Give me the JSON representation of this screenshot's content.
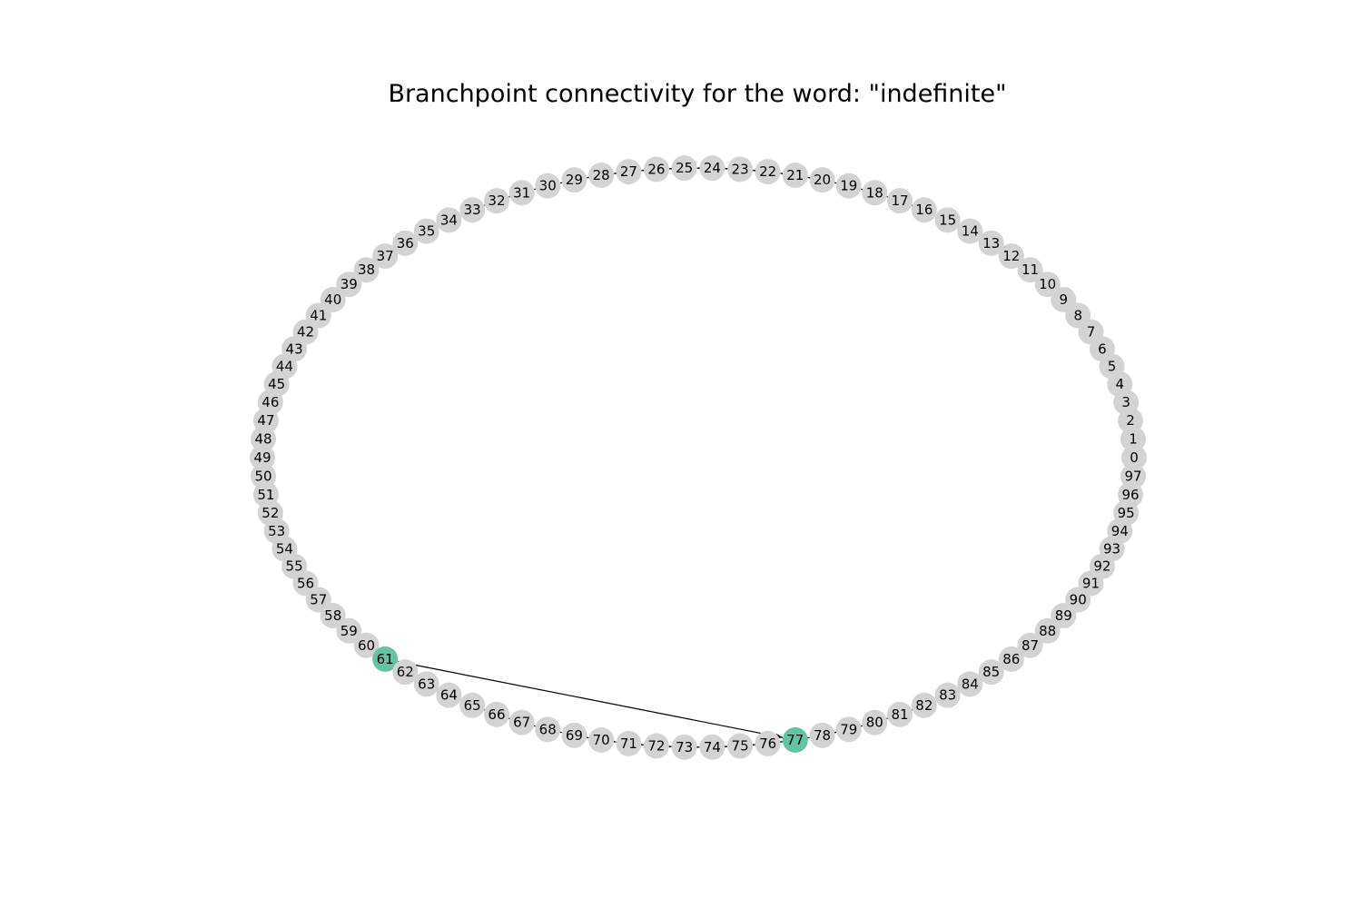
{
  "title": "Branchpoint connectivity for the word: \"indefinite\"",
  "graph": {
    "node_count": 98,
    "node_labels": [
      "0",
      "1",
      "2",
      "3",
      "4",
      "5",
      "6",
      "7",
      "8",
      "9",
      "10",
      "11",
      "12",
      "13",
      "14",
      "15",
      "16",
      "17",
      "18",
      "19",
      "20",
      "21",
      "22",
      "23",
      "24",
      "25",
      "26",
      "27",
      "28",
      "29",
      "30",
      "31",
      "32",
      "33",
      "34",
      "35",
      "36",
      "37",
      "38",
      "39",
      "40",
      "41",
      "42",
      "43",
      "44",
      "45",
      "46",
      "47",
      "48",
      "49",
      "50",
      "51",
      "52",
      "53",
      "54",
      "55",
      "56",
      "57",
      "58",
      "59",
      "60",
      "61",
      "62",
      "63",
      "64",
      "65",
      "66",
      "67",
      "68",
      "69",
      "70",
      "71",
      "72",
      "73",
      "74",
      "75",
      "76",
      "77",
      "78",
      "79",
      "80",
      "81",
      "82",
      "83",
      "84",
      "85",
      "86",
      "87",
      "88",
      "89",
      "90",
      "91",
      "92",
      "93",
      "94",
      "95",
      "96",
      "97"
    ],
    "edges_directed": true,
    "edges": [
      [
        0,
        1
      ],
      [
        1,
        2
      ],
      [
        2,
        3
      ],
      [
        3,
        4
      ],
      [
        4,
        5
      ],
      [
        5,
        6
      ],
      [
        6,
        7
      ],
      [
        7,
        8
      ],
      [
        8,
        9
      ],
      [
        9,
        10
      ],
      [
        10,
        11
      ],
      [
        11,
        12
      ],
      [
        12,
        13
      ],
      [
        13,
        14
      ],
      [
        14,
        15
      ],
      [
        15,
        16
      ],
      [
        16,
        17
      ],
      [
        17,
        18
      ],
      [
        18,
        19
      ],
      [
        19,
        20
      ],
      [
        20,
        21
      ],
      [
        21,
        22
      ],
      [
        22,
        23
      ],
      [
        23,
        24
      ],
      [
        24,
        25
      ],
      [
        25,
        26
      ],
      [
        26,
        27
      ],
      [
        27,
        28
      ],
      [
        28,
        29
      ],
      [
        29,
        30
      ],
      [
        30,
        31
      ],
      [
        31,
        32
      ],
      [
        32,
        33
      ],
      [
        33,
        34
      ],
      [
        34,
        35
      ],
      [
        35,
        36
      ],
      [
        36,
        37
      ],
      [
        37,
        38
      ],
      [
        38,
        39
      ],
      [
        39,
        40
      ],
      [
        40,
        41
      ],
      [
        41,
        42
      ],
      [
        42,
        43
      ],
      [
        43,
        44
      ],
      [
        44,
        45
      ],
      [
        45,
        46
      ],
      [
        46,
        47
      ],
      [
        47,
        48
      ],
      [
        48,
        49
      ],
      [
        49,
        50
      ],
      [
        50,
        51
      ],
      [
        51,
        52
      ],
      [
        52,
        53
      ],
      [
        53,
        54
      ],
      [
        54,
        55
      ],
      [
        55,
        56
      ],
      [
        56,
        57
      ],
      [
        57,
        58
      ],
      [
        58,
        59
      ],
      [
        59,
        60
      ],
      [
        60,
        61
      ],
      [
        61,
        62
      ],
      [
        62,
        63
      ],
      [
        63,
        64
      ],
      [
        64,
        65
      ],
      [
        65,
        66
      ],
      [
        66,
        67
      ],
      [
        67,
        68
      ],
      [
        68,
        69
      ],
      [
        69,
        70
      ],
      [
        70,
        71
      ],
      [
        71,
        72
      ],
      [
        72,
        73
      ],
      [
        73,
        74
      ],
      [
        74,
        75
      ],
      [
        75,
        76
      ],
      [
        76,
        77
      ],
      [
        77,
        78
      ],
      [
        78,
        79
      ],
      [
        79,
        80
      ],
      [
        80,
        81
      ],
      [
        81,
        82
      ],
      [
        82,
        83
      ],
      [
        83,
        84
      ],
      [
        84,
        85
      ],
      [
        85,
        86
      ],
      [
        86,
        87
      ],
      [
        87,
        88
      ],
      [
        88,
        89
      ],
      [
        89,
        90
      ],
      [
        90,
        91
      ],
      [
        91,
        92
      ],
      [
        92,
        93
      ],
      [
        93,
        94
      ],
      [
        94,
        95
      ],
      [
        95,
        96
      ],
      [
        96,
        97
      ],
      [
        61,
        77
      ]
    ],
    "highlighted_nodes": [
      61,
      77
    ],
    "colors": {
      "node_default": "#d3d3d3",
      "node_highlight": "#66c2a5",
      "edge": "#000000",
      "label": "#000000"
    }
  }
}
